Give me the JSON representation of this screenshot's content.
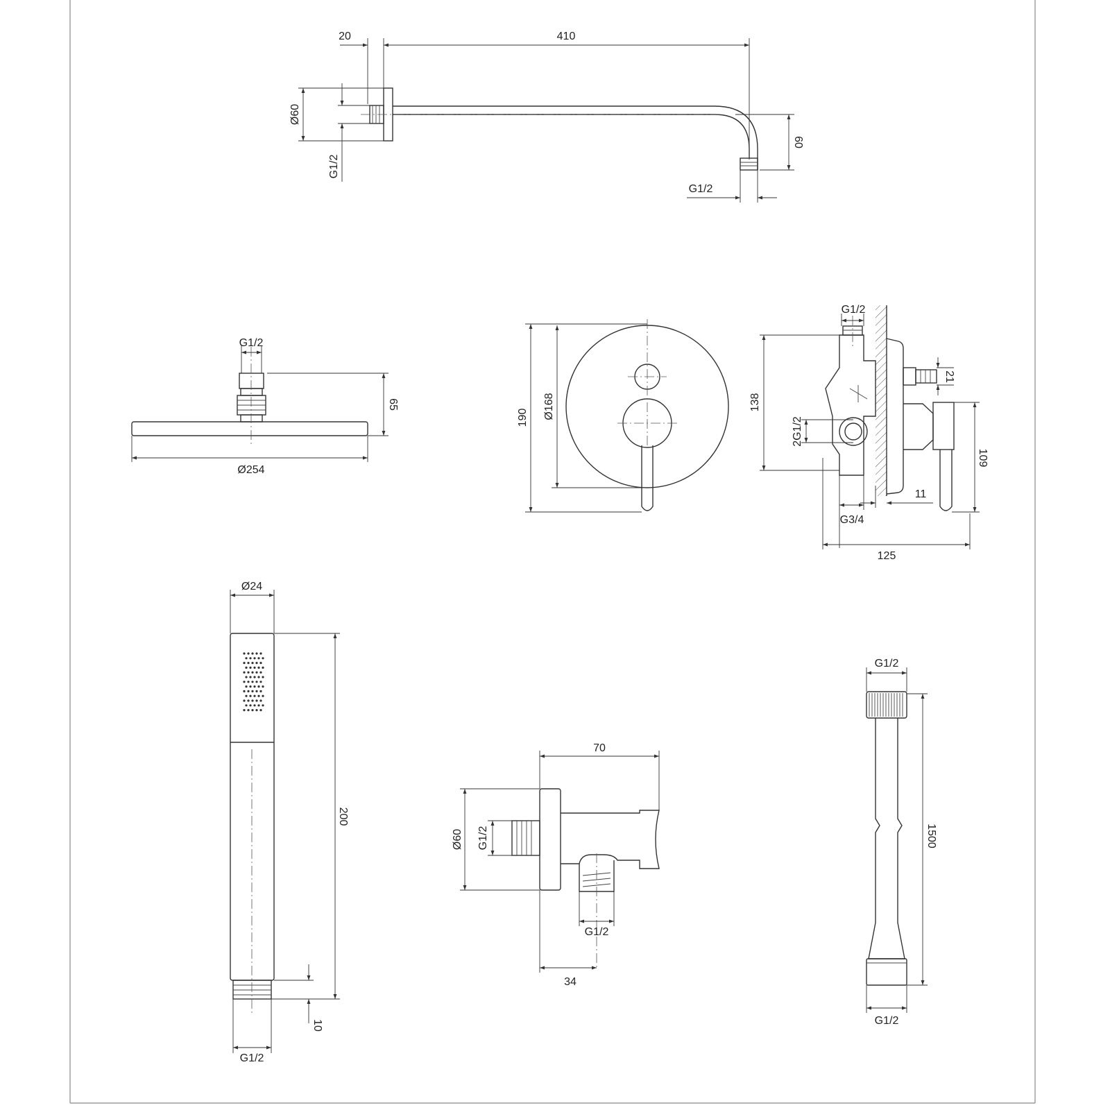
{
  "shower_arm": {
    "gap": "20",
    "length": "410",
    "flange_dia": "Ø60",
    "inlet_thread": "G1/2",
    "drop": "60",
    "outlet_thread": "G1/2"
  },
  "shower_head": {
    "thread": "G1/2",
    "height": "65",
    "diameter": "Ø254"
  },
  "mixer_front": {
    "plate_height": "190",
    "plate_dia": "Ø168"
  },
  "mixer_side": {
    "top_thread": "G1/2",
    "body_height": "138",
    "projection": "21",
    "side_threads": "2G1/2",
    "handle_height": "109",
    "wall_offset": "11",
    "bottom_thread": "G3/4",
    "depth": "125"
  },
  "hand_shower": {
    "diameter": "Ø24",
    "length": "200",
    "thread_length": "10",
    "thread": "G1/2"
  },
  "wall_outlet": {
    "depth": "70",
    "flange_dia": "Ø60",
    "inlet_thread": "G1/2",
    "outlet_thread": "G1/2",
    "outlet_offset": "34"
  },
  "hose": {
    "top_thread": "G1/2",
    "length": "1500",
    "bottom_thread": "G1/2"
  }
}
